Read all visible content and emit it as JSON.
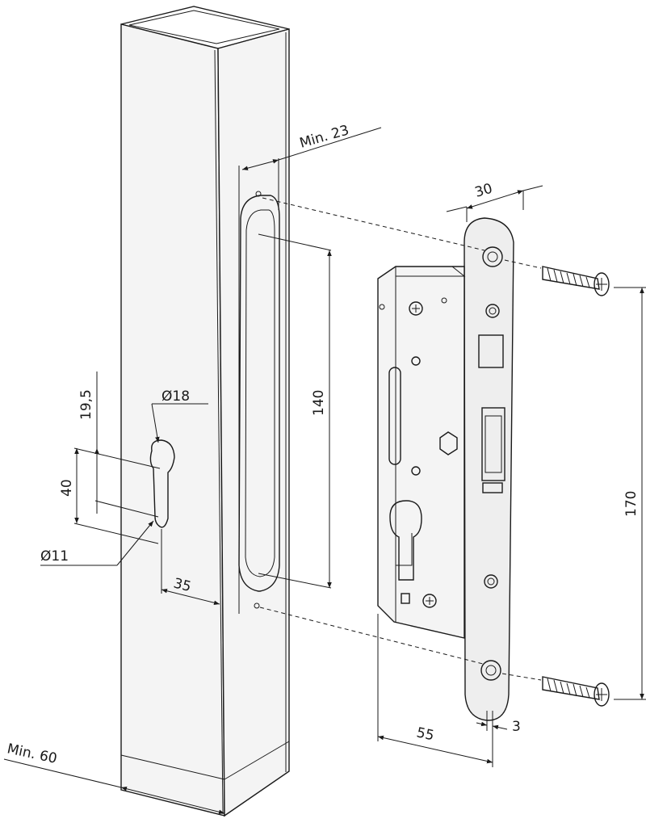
{
  "dimensions": {
    "min_23": "Min. 23",
    "d18": "Ø18",
    "h19_5": "19,5",
    "h40": "40",
    "d11": "Ø11",
    "w35": "35",
    "min_60": "Min. 60",
    "h140": "140",
    "w30": "30",
    "h170": "170",
    "w55": "55",
    "w3": "3"
  }
}
